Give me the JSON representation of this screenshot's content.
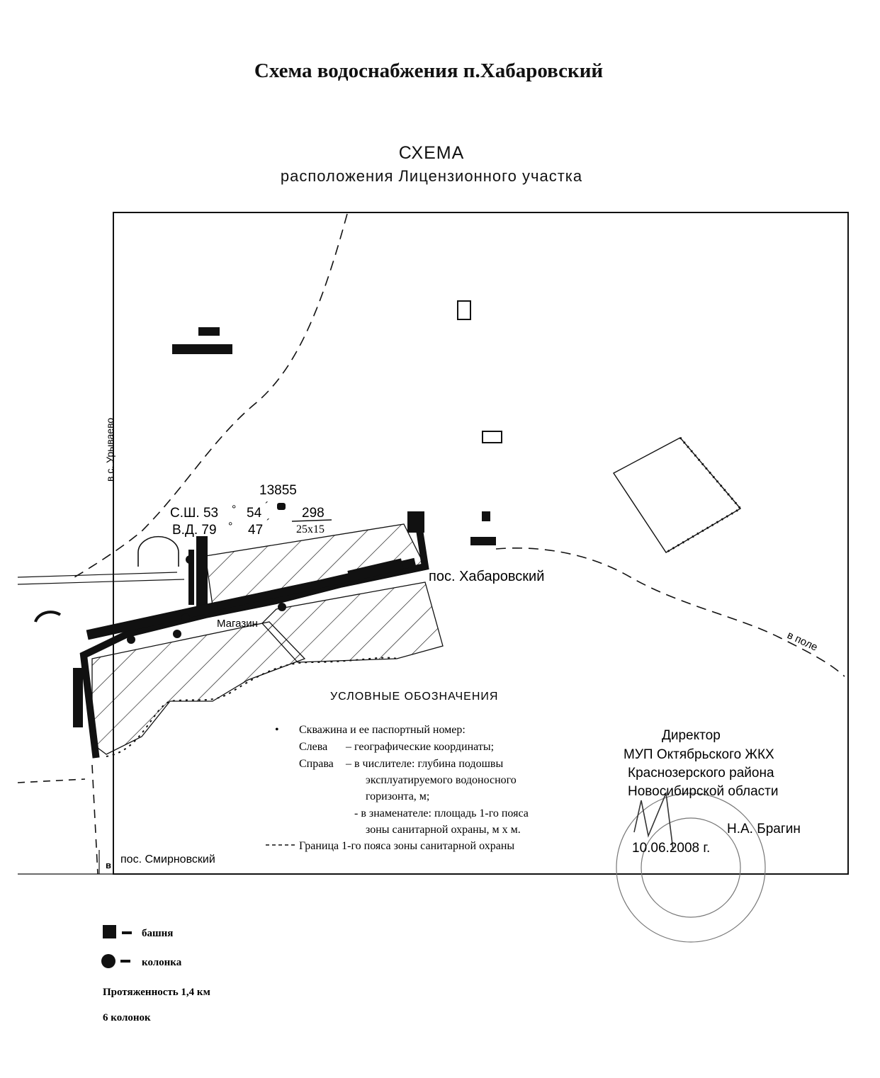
{
  "page_title": "Схема водоснабжения п.Хабаровский",
  "scheme": {
    "title": "СХЕМА",
    "subtitle": "расположения Лицензионного участка"
  },
  "map_labels": {
    "road_urivaevo": "в с. Урываево",
    "road_smirnovsky_v": "в",
    "road_smirnovsky": "пос. Смирновский",
    "road_field": "в поле",
    "village": "пос. Хабаровский",
    "shop": "Магазин"
  },
  "well": {
    "number": "13855",
    "lat_label": "С.Ш. 53",
    "lat_deg_mark": "°",
    "lat_min": "54",
    "lat_min_mark": "´",
    "lon_label": "В.Д. 79",
    "lon_deg_mark": "°",
    "lon_min": "47",
    "lon_min_mark": "´",
    "numerator": "298",
    "denominator": "25х15"
  },
  "legend_inner": {
    "heading": "УСЛОВНЫЕ ОБОЗНАЧЕНИЯ",
    "bullet": "•",
    "line1": "Скважина и ее паспортный номер:",
    "line2a": "Слева",
    "line2b": "–  географические координаты;",
    "line3a": "Справа",
    "line3b": "–  в числителе: глубина подошвы",
    "line4": "эксплуатируемого водоносного",
    "line5": "горизонта, м;",
    "line6": "- в знаменателе: площадь 1-го пояса",
    "line7": "зоны санитарной охраны, м х м.",
    "line8": "Граница 1-го пояса зоны санитарной охраны"
  },
  "signature": {
    "role": "Директор",
    "org1": "МУП Октябрьского ЖКХ",
    "org2": "Краснозерского района",
    "org3": "Новосибирской области",
    "name": "Н.А. Брагин",
    "date": "10.06.2008 г."
  },
  "bottom_legend": {
    "tower": "башня",
    "column": "колонка",
    "length": "Протяженность 1,4 км",
    "columns_count": "6 колонок"
  },
  "colors": {
    "ink": "#111111",
    "background": "#ffffff"
  }
}
